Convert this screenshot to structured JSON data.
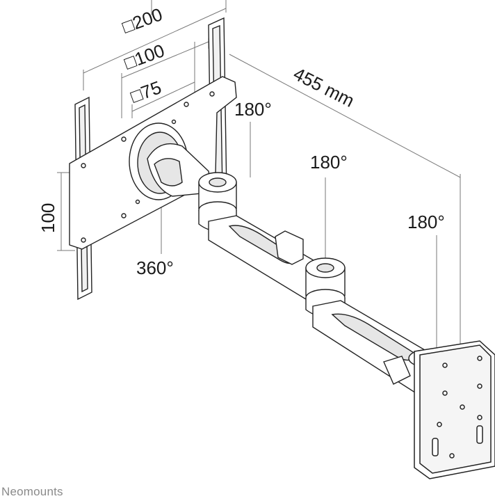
{
  "diagram": {
    "vesa_labels": [
      "□200",
      "□100",
      "□75"
    ],
    "length_label": "455 mm",
    "side_label": "100",
    "rotation_wall": "360°",
    "rotation_joint_1": "180°",
    "rotation_joint_2": "180°",
    "rotation_head": "180°"
  },
  "brand": {
    "name": "Neomounts"
  },
  "colors": {
    "line": "#222222",
    "dim_line": "#777777",
    "fill": "#ffffff",
    "shade": "#e6e6e6"
  }
}
